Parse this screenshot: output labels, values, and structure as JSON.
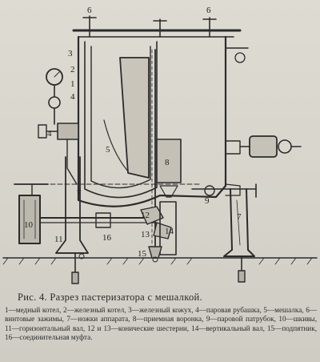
{
  "figure": {
    "labels": [
      "6",
      "6",
      "3",
      "2",
      "1",
      "4",
      "4",
      "5",
      "8",
      "7",
      "7",
      "9",
      "10",
      "11",
      "16",
      "12",
      "13",
      "14",
      "15"
    ]
  },
  "caption": {
    "title": "Рис. 4. Разрез пастеризатора с мешалкой.",
    "legend": "1—медный котел, 2—железный котел, 3—железный кожух, 4—паровая рубашка, 5—мешалка, 6—винтовые зажимы, 7—ножки аппарата, 8—приемная воронка, 9—паровой патрубок, 10—шкивы, 11—горизонтальный вал, 12 и 13—конические шестерни, 14—вертикальный вал, 15—подпятник, 16—соединительная муфта."
  }
}
